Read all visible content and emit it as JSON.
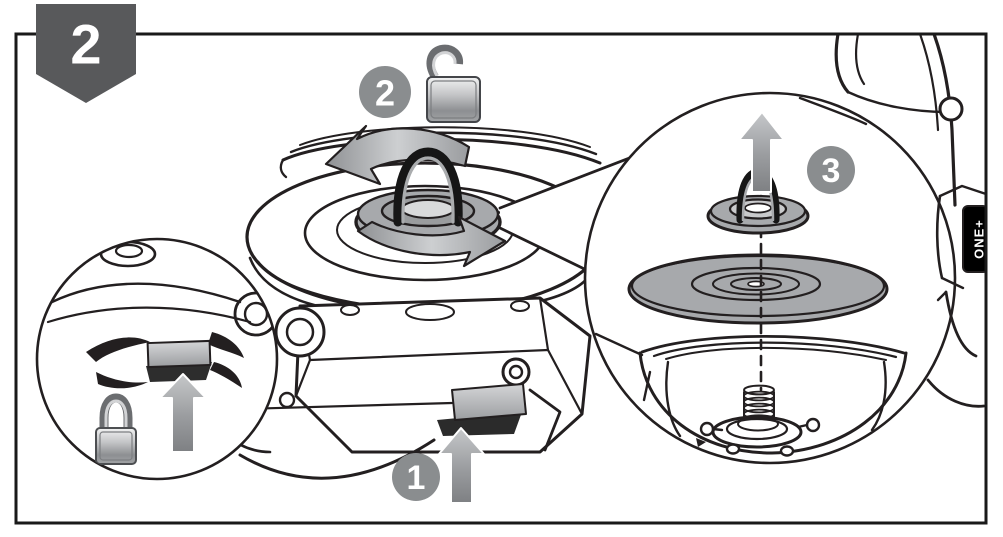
{
  "figure": {
    "badge_step_number": "2"
  },
  "steps": {
    "one": {
      "number": "1"
    },
    "two": {
      "number": "2"
    },
    "three": {
      "number": "3"
    }
  },
  "battery": {
    "label": "ONE+"
  },
  "icons": {
    "step1": "press-up-arrow-icon",
    "step2_lock_state": "unlock-icon",
    "step2_rotation": "rotate-counterclockwise-arrows-icon",
    "left_inset_lock_state": "lock-icon",
    "left_inset_press": "up-arrow-icon",
    "step3_lift": "lift-up-arrow-icon",
    "step3_guide": "dashed-axis-line"
  },
  "colors": {
    "background": "#ffffff",
    "outline": "#231f20",
    "badge": "#58595b",
    "step_circle": "#8a8d8f",
    "part_gray": "#a7a9ac",
    "arrow_gray": "#939598",
    "battery_label_bg": "#000000",
    "battery_label_text": "#ffffff"
  }
}
